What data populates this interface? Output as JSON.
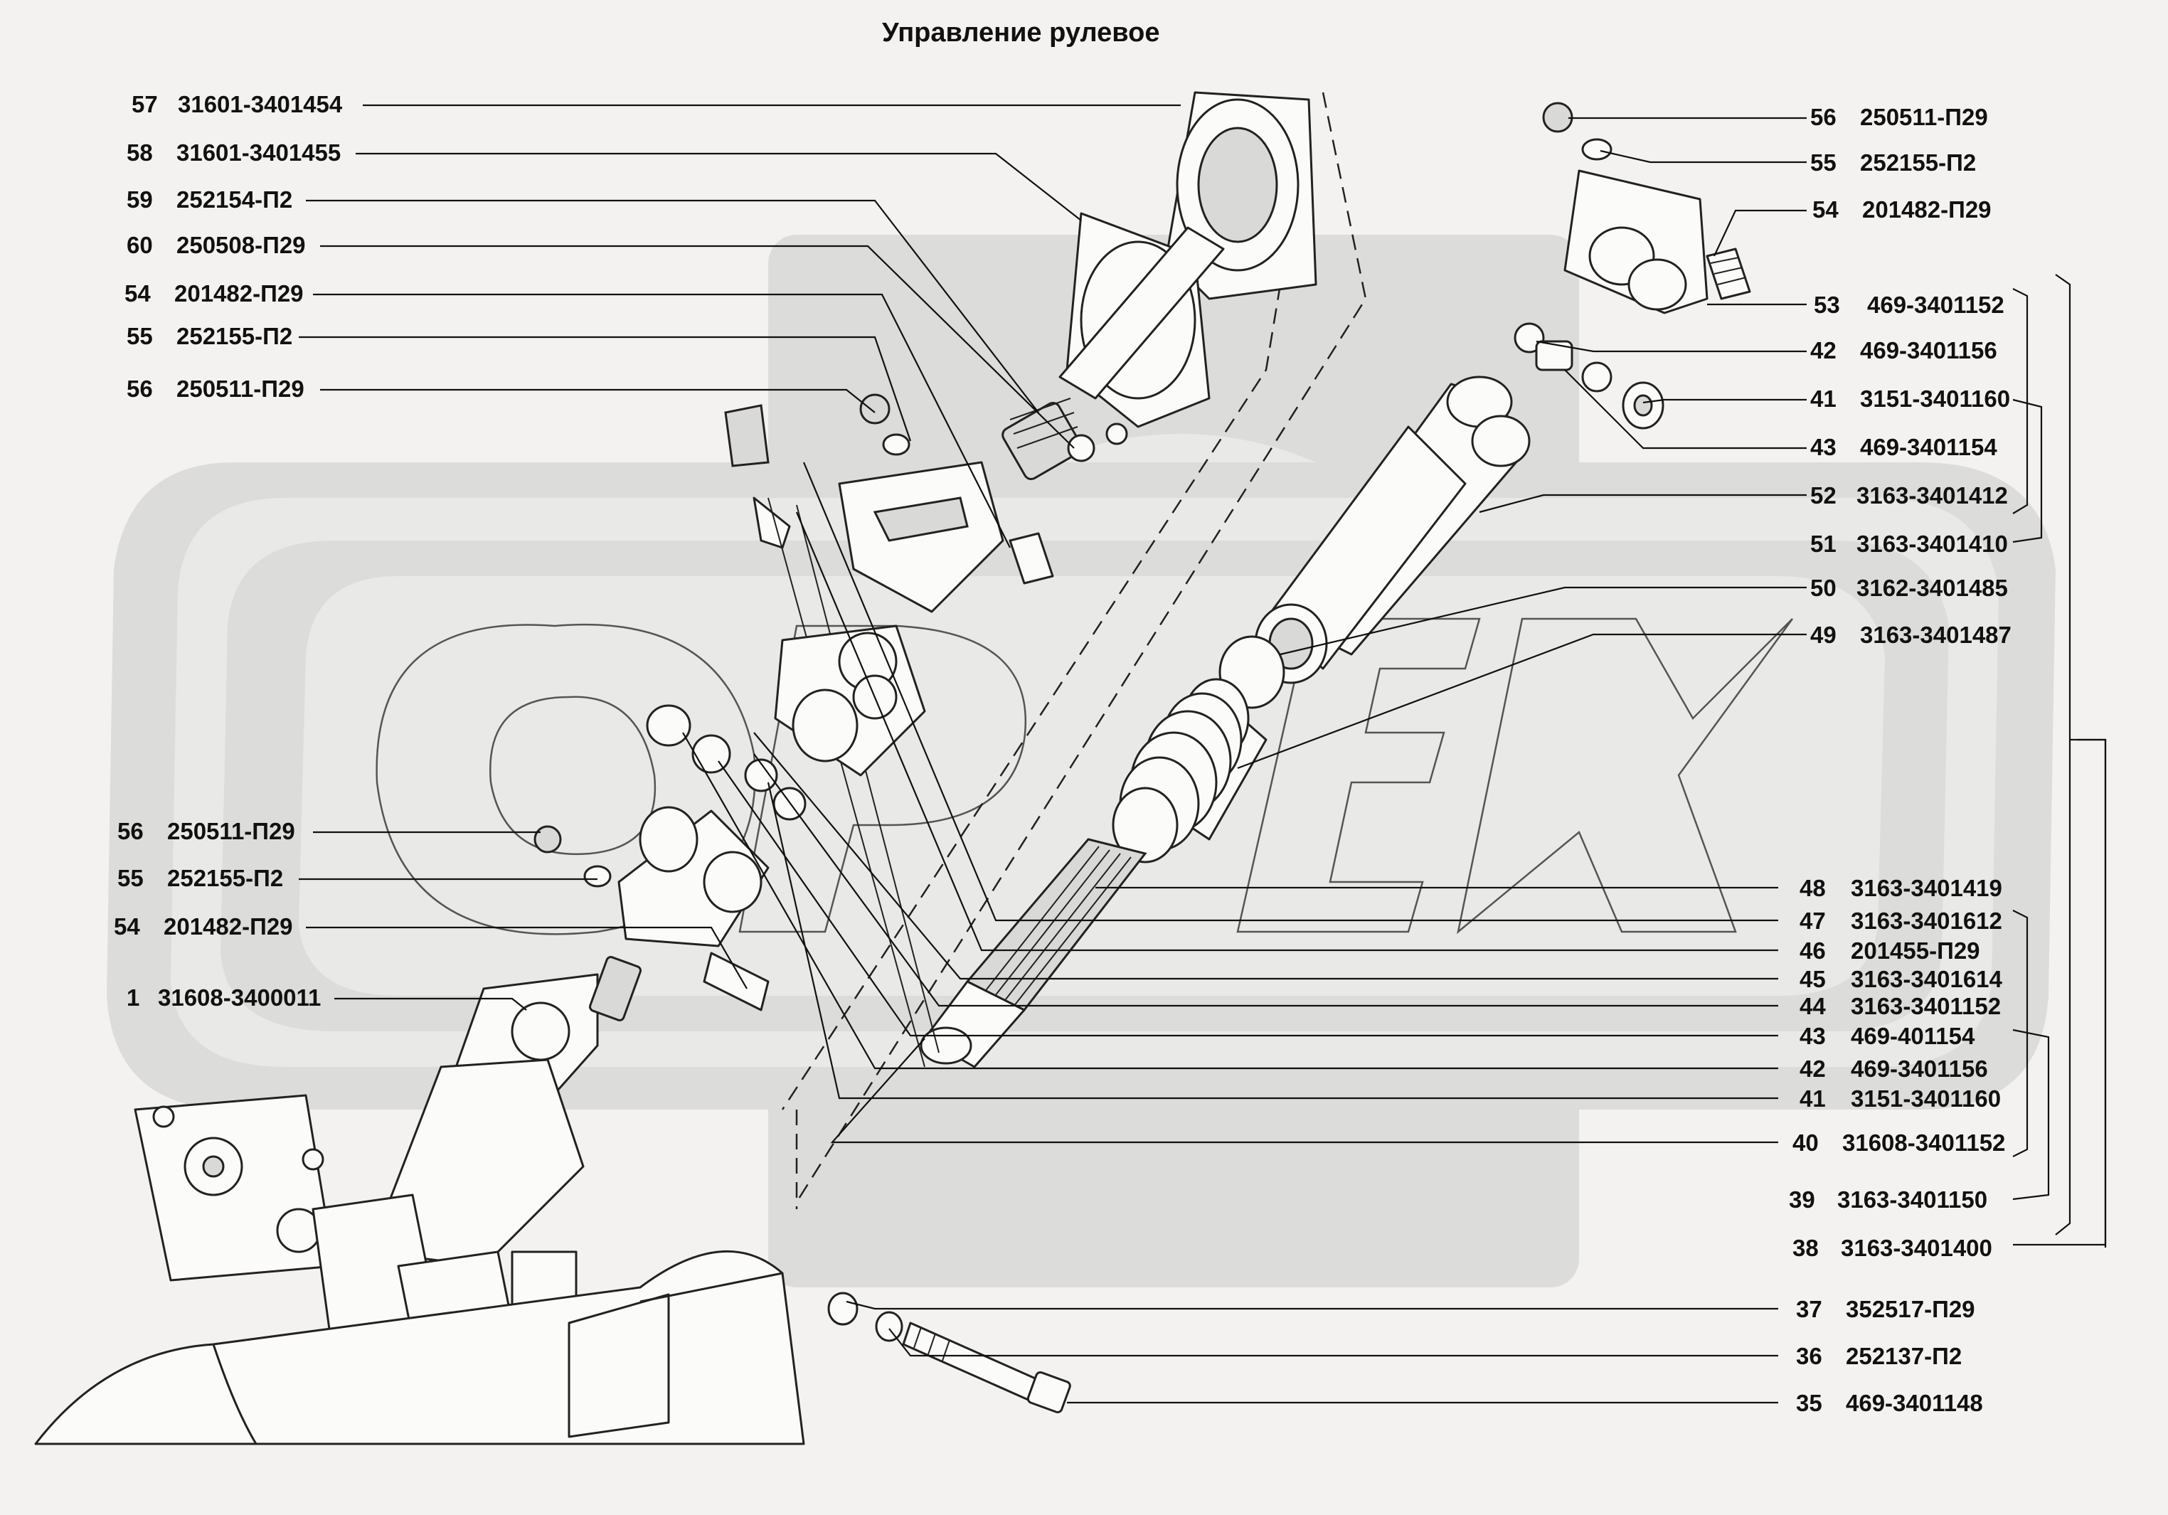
{
  "title": "Управление рулевое",
  "watermark_text": "OPEX",
  "callouts_left": [
    {
      "num": "57",
      "code": "31601-3401454"
    },
    {
      "num": "58",
      "code": "31601-3401455"
    },
    {
      "num": "59",
      "code": "252154-П2"
    },
    {
      "num": "60",
      "code": "250508-П29"
    },
    {
      "num": "54",
      "code": "201482-П29"
    },
    {
      "num": "55",
      "code": "252155-П2"
    },
    {
      "num": "56",
      "code": "250511-П29"
    },
    {
      "num": "56",
      "code": "250511-П29"
    },
    {
      "num": "55",
      "code": "252155-П2"
    },
    {
      "num": "54",
      "code": "201482-П29"
    },
    {
      "num": "1",
      "code": "31608-3400011"
    }
  ],
  "callouts_right": [
    {
      "num": "56",
      "code": "250511-П29"
    },
    {
      "num": "55",
      "code": "252155-П2"
    },
    {
      "num": "54",
      "code": "201482-П29"
    },
    {
      "num": "53",
      "code": "469-3401152"
    },
    {
      "num": "42",
      "code": "469-3401156"
    },
    {
      "num": "41",
      "code": "3151-3401160"
    },
    {
      "num": "43",
      "code": "469-3401154"
    },
    {
      "num": "52",
      "code": "3163-3401412"
    },
    {
      "num": "51",
      "code": "3163-3401410"
    },
    {
      "num": "50",
      "code": "3162-3401485"
    },
    {
      "num": "49",
      "code": "3163-3401487"
    },
    {
      "num": "48",
      "code": "3163-3401419"
    },
    {
      "num": "47",
      "code": "3163-3401612"
    },
    {
      "num": "46",
      "code": "201455-П29"
    },
    {
      "num": "45",
      "code": "3163-3401614"
    },
    {
      "num": "44",
      "code": "3163-3401152"
    },
    {
      "num": "43",
      "code": "469-401154"
    },
    {
      "num": "42",
      "code": "469-3401156"
    },
    {
      "num": "41",
      "code": "3151-3401160"
    },
    {
      "num": "40",
      "code": "31608-3401152"
    },
    {
      "num": "39",
      "code": "3163-3401150"
    },
    {
      "num": "38",
      "code": "3163-3401400"
    },
    {
      "num": "37",
      "code": "352517-П29"
    },
    {
      "num": "36",
      "code": "252137-П2"
    },
    {
      "num": "35",
      "code": "469-3401148"
    }
  ]
}
